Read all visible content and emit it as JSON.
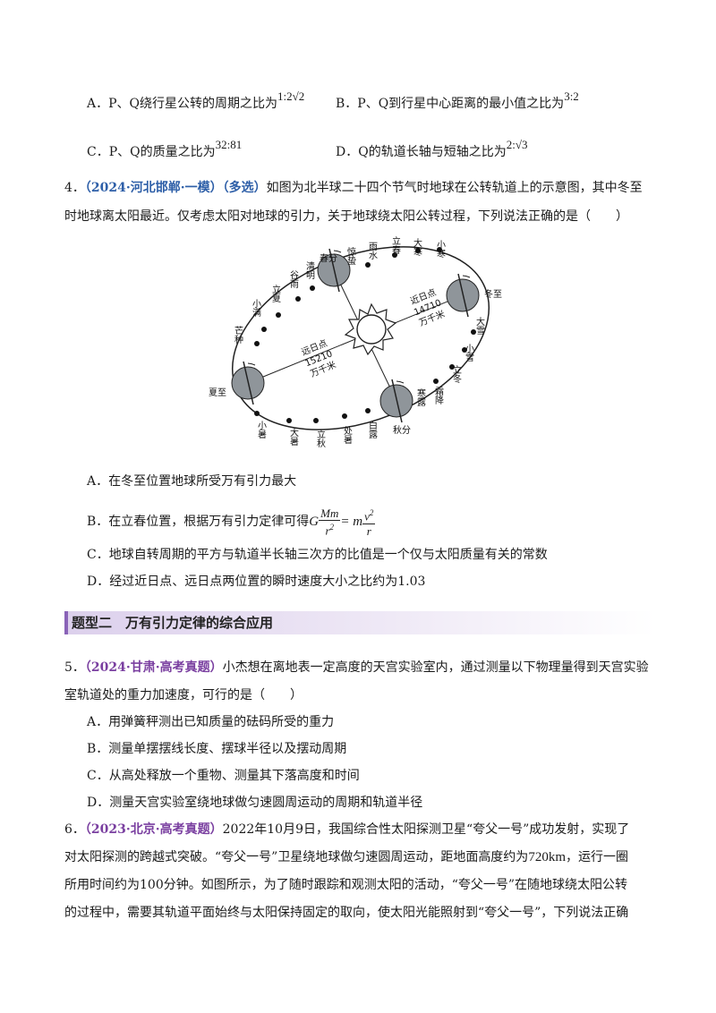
{
  "q3_options": {
    "a_text": "A．P、Q绕行星公转的周期之比为",
    "a_math": "1:2√2",
    "b_text": "B．P、Q到行星中心距离的最小值之比为",
    "b_math": "3:2",
    "c_text": "C．P、Q的质量之比为",
    "c_math": "32:81",
    "d_text": "D．Q的轨道长轴与短轴之比为",
    "d_math": "2:√3"
  },
  "q4": {
    "number": "4．",
    "source": "（2024·河北邯郸·一模）",
    "tag": "（多选）",
    "stem_1": "如图为北半球二十四个节气时地球在公转轨道上的示意图，其中冬至",
    "stem_2": "时地球离太阳最近。仅考虑太阳对地球的引力，关于地球绕太阳公转过程，下列说法正确的是（　　）",
    "figure": {
      "terms": {
        "chunfen": "春分",
        "jingzhe": "惊蛰",
        "yushui": "雨水",
        "lichun": "立春",
        "dahan": "大寒",
        "xiaohan": "小寒",
        "dongzhi": "冬至",
        "daxue": "大雪",
        "xiaoxue": "小雪",
        "lidong": "立冬",
        "shuangjiang": "霜降",
        "hanlu": "寒露",
        "qiufen": "秋分",
        "bailu": "白露",
        "chushu": "处暑",
        "liqiu": "立秋",
        "dashu": "大暑",
        "xiaoshu": "小暑",
        "xiazhi": "夏至",
        "mangzhong": "芒种",
        "xiaoman": "小满",
        "lixia": "立夏",
        "guyu": "谷雨",
        "qingming": "清明"
      },
      "perihelion_label": "近日点",
      "perihelion_value": "14710",
      "perihelion_unit": "万千米",
      "aphelion_label": "远日点",
      "aphelion_value": "15210",
      "aphelion_unit": "万千米"
    },
    "option_a": "A．在冬至位置地球所受万有引力最大",
    "option_b_pre": "B．在立春位置，根据万有引力定律可得",
    "option_c": "C．地球自转周期的平方与轨道半长轴三次方的比值是一个仅与太阳质量有关的常数",
    "option_d": "D．经过近日点、远日点两位置的瞬时速度大小之比约为1.03"
  },
  "section": {
    "title": "题型二　万有引力定律的综合应用"
  },
  "q5": {
    "number": "5．",
    "source": "（2024·甘肃·高考真题）",
    "stem_1": "小杰想在离地表一定高度的天宫实验室内，通过测量以下物理量得到天宫实验",
    "stem_2": "室轨道处的重力加速度，可行的是（　　）",
    "option_a": "A．用弹簧秤测出已知质量的砝码所受的重力",
    "option_b": "B．测量单摆摆线长度、摆球半径以及摆动周期",
    "option_c": "C．从高处释放一个重物、测量其下落高度和时间",
    "option_d": "D．测量天宫实验室绕地球做匀速圆周运动的周期和轨道半径"
  },
  "q6": {
    "number": "6．",
    "source": "（2023·北京·高考真题）",
    "stem_1": "2022年10月9日，我国综合性太阳探测卫星“夸父一号”成功发射，实现了",
    "stem_2a": "对太阳探测的跨越式突破。“夸父一号”卫星绕地球做匀速圆周运动，距地面高度约为",
    "stem_2_math": "720km",
    "stem_2b": "，运行一圈",
    "stem_3": "所用时间约为100分钟。如图所示，为了随时跟踪和观测太阳的活动，“夸父一号”在随地球绕太阳公转",
    "stem_4": "的过程中，需要其轨道平面始终与太阳保持固定的取向，使太阳光能照射到“夸父一号”，下列说法正确"
  }
}
